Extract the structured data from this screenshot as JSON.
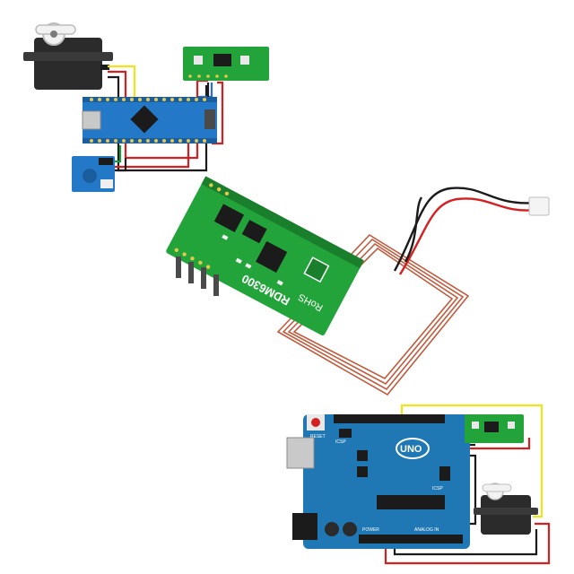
{
  "rfid_module": {
    "model_text": "RDM6300",
    "rohs_text": "RoHS"
  },
  "uno_board": {
    "logo_text": "UNO",
    "reset_label": "RESET",
    "icsp_label": "ICSP",
    "icsp2_label": "ICSP",
    "power_header_label": "POWER",
    "analog_header_label": "ANALOG IN"
  },
  "colors": {
    "pcb_green": "#22a43a",
    "pcb_green_dark": "#1a7f2c",
    "arduino_blue": "#1f78b4",
    "nano_blue": "#2478c8",
    "servo_body": "#2b2b2b",
    "coil_copper": "#c05a3c",
    "wire_red": "#d42020",
    "wire_black": "#1b1b1b",
    "wire_yellow": "#f2e21c",
    "wire_green": "#1d9a3a",
    "wire_blue": "#2a6fd6"
  }
}
